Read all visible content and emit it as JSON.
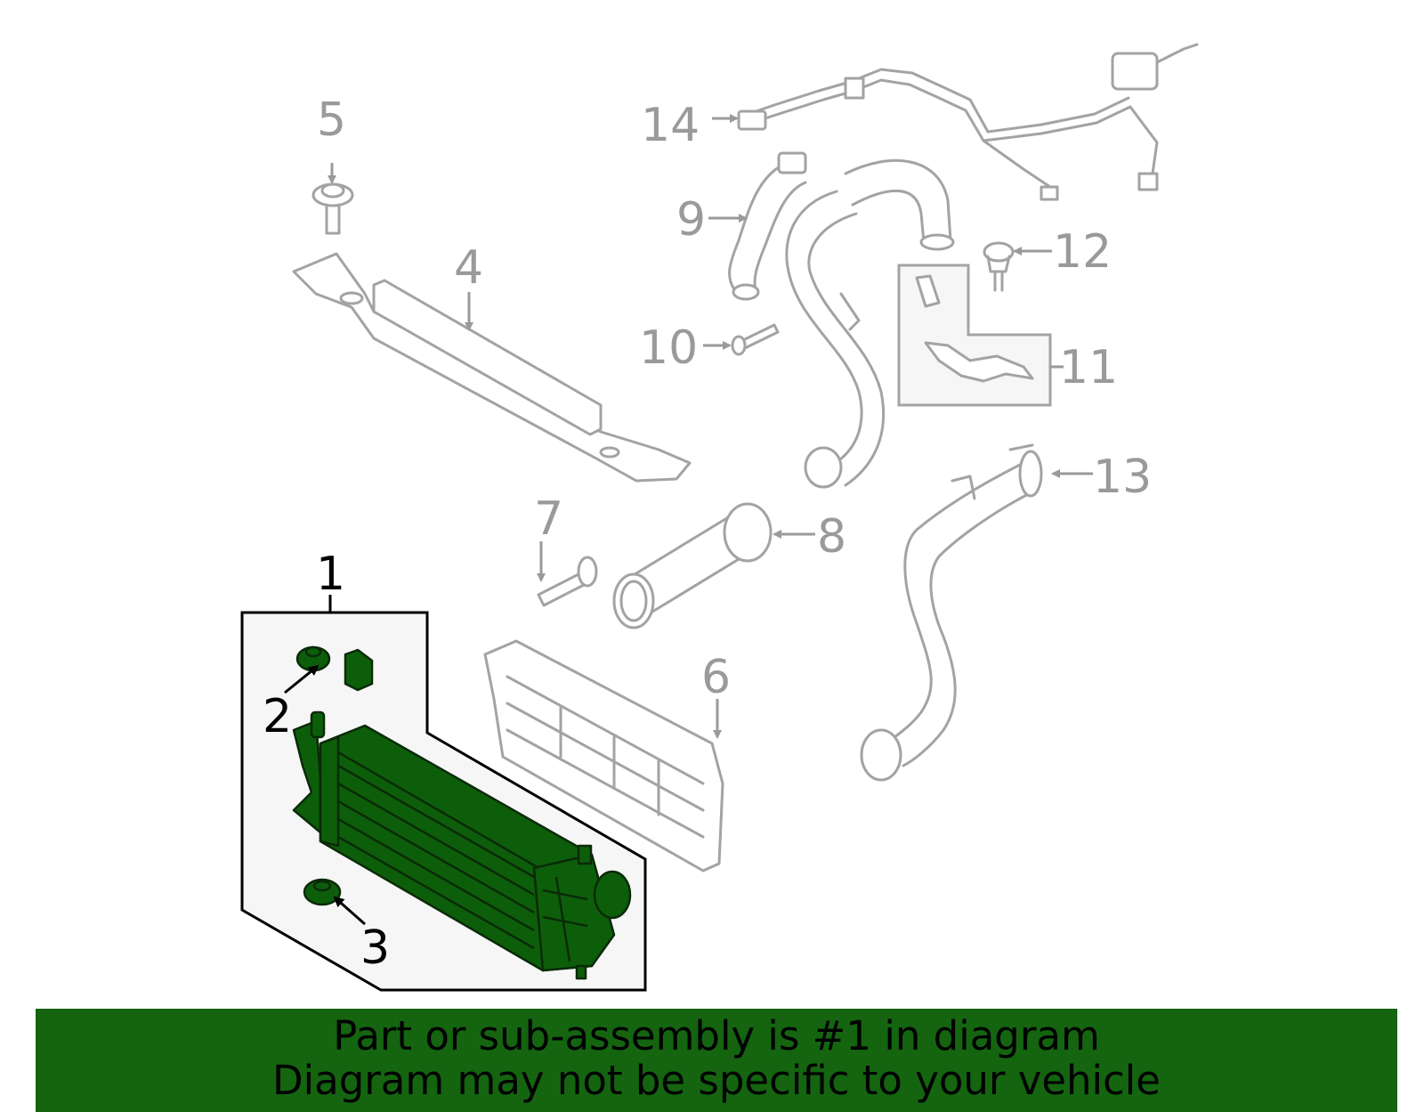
{
  "callouts": {
    "c1": "1",
    "c2": "2",
    "c3": "3",
    "c4": "4",
    "c5": "5",
    "c6": "6",
    "c7": "7",
    "c8": "8",
    "c9": "9",
    "c10": "10",
    "c11": "11",
    "c12": "12",
    "c13": "13",
    "c14": "14"
  },
  "banner": {
    "line1": "Part or sub-assembly is #1 in diagram",
    "line2": "Diagram may not be specific to your vehicle"
  },
  "colors": {
    "highlight_part": "#0d5e0a",
    "banner_bg": "#146410",
    "other_parts": "#a3a3a3",
    "callout_grey": "#9a9a9a"
  }
}
